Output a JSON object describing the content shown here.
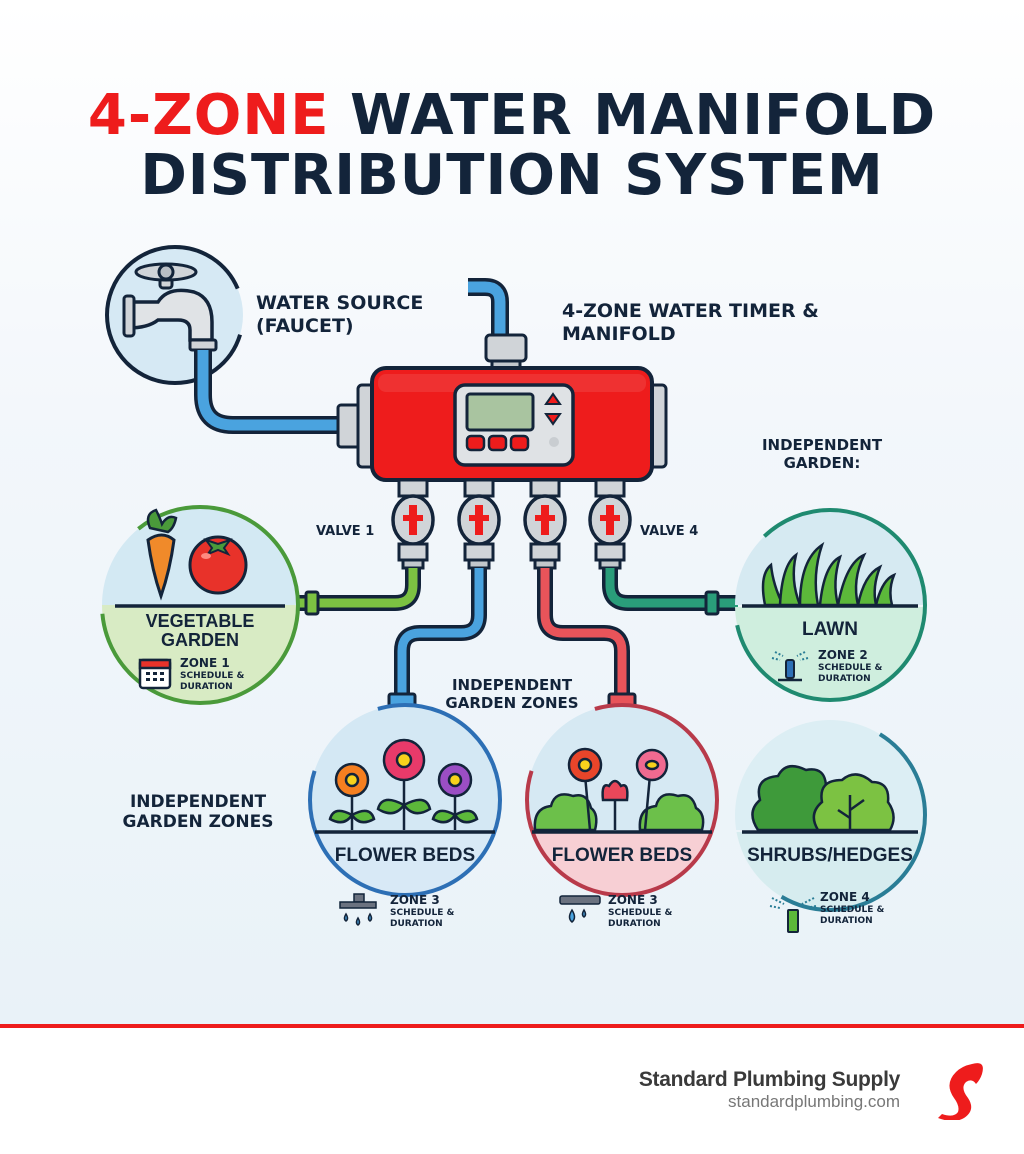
{
  "title": {
    "accent": "4-ZONE",
    "line1_rest": " WATER MANIFOLD",
    "line2": "DISTRIBUTION SYSTEM",
    "accent_color": "#ee1c1c",
    "text_color": "#13243a"
  },
  "labels": {
    "water_source": "WATER SOURCE (FAUCET)",
    "timer": "4-ZONE WATER TIMER & MANIFOLD",
    "valve1": "VALVE 1",
    "valve4": "VALVE 4",
    "independent_garden": "INDEPENDENT GARDEN:",
    "independent_zones_center": "INDEPENDENT GARDEN ZONES",
    "independent_zones_left": "INDEPENDENT GARDEN ZONES"
  },
  "zones": [
    {
      "name": "VEGETABLE GARDEN",
      "zone": "ZONE 1",
      "note": "SCHEDULE & DURATION",
      "icon": "calendar-icon",
      "color": "#4a9a3a"
    },
    {
      "name": "LAWN",
      "zone": "ZONE 2",
      "note": "SCHEDULE & DURATION",
      "icon": "sprinkler-icon",
      "color": "#1f8a70"
    },
    {
      "name": "FLOWER BEDS",
      "zone": "ZONE 3",
      "note": "SCHEDULE & DURATION",
      "icon": "drip-icon",
      "color": "#2d6fb5"
    },
    {
      "name": "FLOWER BEDS",
      "zone": "ZONE 3",
      "note": "SCHEDULE & DURATION",
      "icon": "drip-line-icon",
      "color": "#b83a4a"
    },
    {
      "name": "SHRUBS/HEDGES",
      "zone": "ZONE 4",
      "note": "SCHEDULE & DURATION",
      "icon": "sprinkler-icon",
      "color": "#2a7d96"
    }
  ],
  "pipes": {
    "supply": "#4aa3df",
    "valve1": "#7cc242",
    "valve2": "#4aa3df",
    "valve3": "#e8545a",
    "valve4": "#2a9d7a"
  },
  "footer": {
    "brand": "Standard Plumbing Supply",
    "url": "standardplumbing.com",
    "accent": "#ee1c1c"
  }
}
